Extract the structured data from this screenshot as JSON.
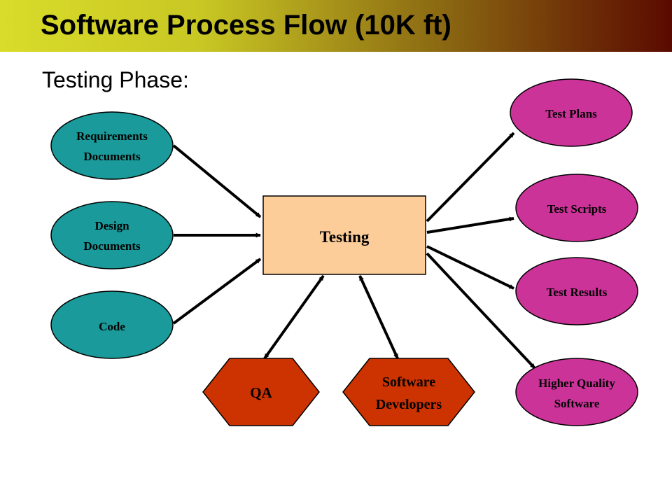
{
  "header": {
    "title": "Software Process Flow (10K ft)"
  },
  "subtitle": "Testing Phase:",
  "colors": {
    "input": "#1a9a9a",
    "output": "#cc3399",
    "process": "#fccc99",
    "actor": "#cc3300"
  },
  "nodes": {
    "requirements": [
      "Requirements",
      "Documents"
    ],
    "design": [
      "Design",
      "Documents"
    ],
    "code": [
      "Code"
    ],
    "testing": [
      "Testing"
    ],
    "qa": [
      "QA"
    ],
    "developers": [
      "Software",
      "Developers"
    ],
    "test_plans": [
      "Test Plans"
    ],
    "test_scripts": [
      "Test Scripts"
    ],
    "test_results": [
      "Test Results"
    ],
    "higher_quality": [
      "Higher Quality",
      "Software"
    ]
  }
}
